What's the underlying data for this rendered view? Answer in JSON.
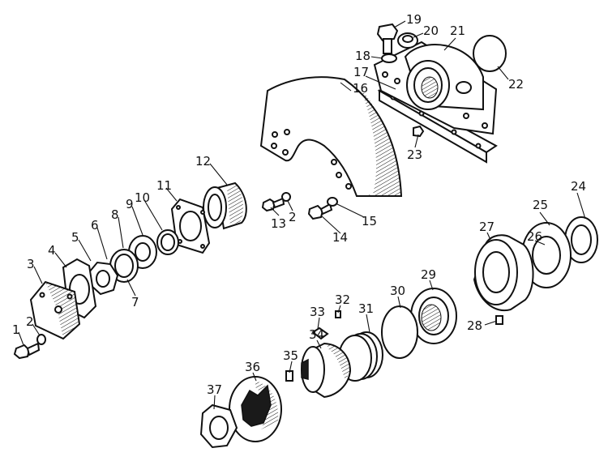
{
  "diagram": {
    "callouts": [
      "1",
      "2",
      "3",
      "4",
      "5",
      "6",
      "7",
      "8",
      "9",
      "10",
      "11",
      "12",
      "13",
      "2",
      "14",
      "15",
      "16",
      "17",
      "18",
      "19",
      "20",
      "21",
      "22",
      "23",
      "24",
      "25",
      "26",
      "27",
      "28",
      "29",
      "30",
      "31",
      "32",
      "33",
      "34",
      "35",
      "36",
      "37"
    ]
  }
}
